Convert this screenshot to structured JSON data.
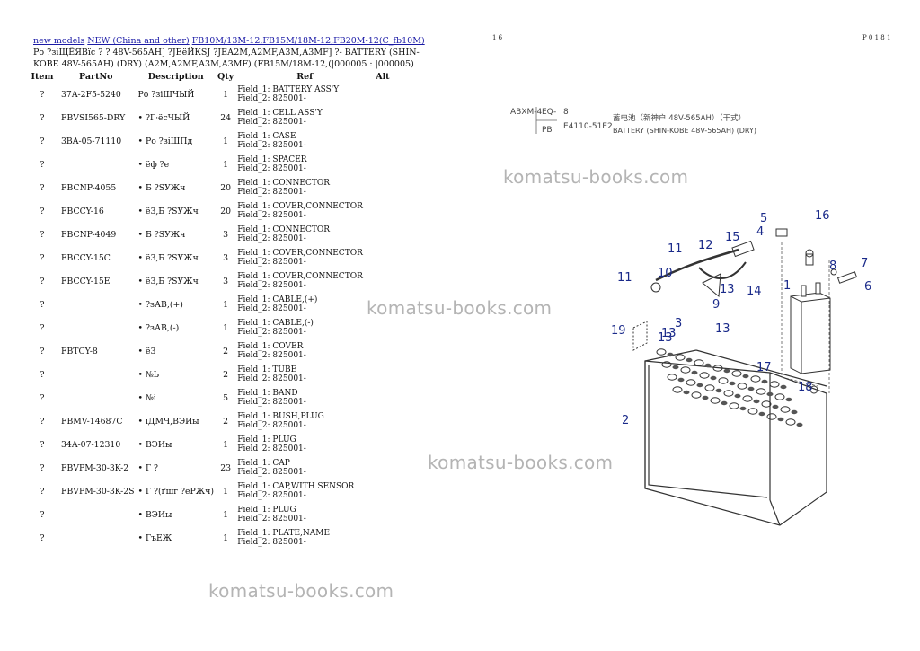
{
  "breadcrumb": {
    "link1": "new models",
    "link2": "NEW (China and other)",
    "link3": "FB10M/13M-12,FB15M/18M-12,FB20M-12(C_fb10M)"
  },
  "title": "Ро ?зіЩЁЯВїс ? ? 48V-565AH] ?ЈЕёЙКЅЈ ?ЈЕА2М,А2МF,А3М,А3МF] ?- BATTERY (SHIN-KOBE 48V-565AH) (DRY) (A2M,A2MF,A3M,A3MF) (FB15M/18M-12,(|000005 : |000005)",
  "table": {
    "headers": [
      "Item",
      "PartNo",
      "Description",
      "Qty",
      "Ref",
      "Alt"
    ],
    "rows": [
      {
        "item": "?",
        "partno": "37A-2F5-5240",
        "desc": "Ро ?зіШЧЫЙ",
        "qty": "1",
        "f1": "Field_1: BATTERY ASS'Y",
        "f2": "Field_2: 825001-"
      },
      {
        "item": "?",
        "partno": "FBVSI565-DRY",
        "desc": "• ?Г·ёсЧЫЙ",
        "qty": "24",
        "f1": "Field_1: CELL ASS'Y",
        "f2": "Field_2: 825001-"
      },
      {
        "item": "?",
        "partno": "3BA-05-71110",
        "desc": "• Ро ?зіШПд",
        "qty": "1",
        "f1": "Field_1: CASE",
        "f2": "Field_2: 825001-"
      },
      {
        "item": "?",
        "partno": "",
        "desc": "• ёф ?е",
        "qty": "1",
        "f1": "Field_1: SPACER",
        "f2": "Field_2: 825001-"
      },
      {
        "item": "?",
        "partno": "FBCNP-4055",
        "desc": "• Б ?SУЖч",
        "qty": "20",
        "f1": "Field_1: CONNECTOR",
        "f2": "Field_2: 825001-"
      },
      {
        "item": "?",
        "partno": "FBCCY-16",
        "desc": "• ё3,Б ?SУЖч",
        "qty": "20",
        "f1": "Field_1: COVER,CONNECTOR",
        "f2": "Field_2: 825001-"
      },
      {
        "item": "?",
        "partno": "FBCNP-4049",
        "desc": "• Б ?SУЖч",
        "qty": "3",
        "f1": "Field_1: CONNECTOR",
        "f2": "Field_2: 825001-"
      },
      {
        "item": "?",
        "partno": "FBCCY-15C",
        "desc": "• ё3,Б ?SУЖч",
        "qty": "3",
        "f1": "Field_1: COVER,CONNECTOR",
        "f2": "Field_2: 825001-"
      },
      {
        "item": "?",
        "partno": "FBCCY-15E",
        "desc": "• ё3,Б ?SУЖч",
        "qty": "3",
        "f1": "Field_1: COVER,CONNECTOR",
        "f2": "Field_2: 825001-"
      },
      {
        "item": "?",
        "partno": "",
        "desc": "• ?зАВ,(+)",
        "qty": "1",
        "f1": "Field_1: CABLE,(+)",
        "f2": "Field_2: 825001-"
      },
      {
        "item": "?",
        "partno": "",
        "desc": "• ?зАВ,(-)",
        "qty": "1",
        "f1": "Field_1: CABLE,(-)",
        "f2": "Field_2: 825001-"
      },
      {
        "item": "?",
        "partno": "FBTCY-8",
        "desc": "• ё3",
        "qty": "2",
        "f1": "Field_1: COVER",
        "f2": "Field_2: 825001-"
      },
      {
        "item": "?",
        "partno": "",
        "desc": "• №Ь",
        "qty": "2",
        "f1": "Field_1: TUBE",
        "f2": "Field_2: 825001-"
      },
      {
        "item": "?",
        "partno": "",
        "desc": "• №і",
        "qty": "5",
        "f1": "Field_1: BAND",
        "f2": "Field_2: 825001-"
      },
      {
        "item": "?",
        "partno": "FBMV-14687C",
        "desc": "• іДМЧ,ВЭИы",
        "qty": "2",
        "f1": "Field_1: BUSH,PLUG",
        "f2": "Field_2: 825001-"
      },
      {
        "item": "?",
        "partno": "34A-07-12310",
        "desc": "• ВЭИы",
        "qty": "1",
        "f1": "Field_1: PLUG",
        "f2": "Field_2: 825001-"
      },
      {
        "item": "?",
        "partno": "FBVPM-30-3K-2",
        "desc": "• Г ?",
        "qty": "23",
        "f1": "Field_1: CAP",
        "f2": "Field_2: 825001-"
      },
      {
        "item": "?",
        "partno": "FBVPM-30-3K-2S",
        "desc": "• Г ?(ґшг ?ёРЖч)",
        "qty": "1",
        "f1": "Field_1: CAP,WITH SENSOR",
        "f2": "Field_2: 825001-"
      },
      {
        "item": "?",
        "partno": "",
        "desc": "• ВЭИы",
        "qty": "1",
        "f1": "Field_1: PLUG",
        "f2": "Field_2: 825001-"
      },
      {
        "item": "?",
        "partno": "",
        "desc": "• ГъЕЖ",
        "qty": "1",
        "f1": "Field_1: PLATE,NAME",
        "f2": "Field_2: 825001-"
      }
    ]
  },
  "diagram": {
    "header_code1": "ABXM-4",
    "header_code2": "EQ-",
    "header_num": "8",
    "header_code3": "PB",
    "header_code4": "E4110-51E2",
    "header_cn": "蓄电池（新神户 48V-565AH）（干式）",
    "header_en": "BATTERY (SHIN-KOBE 48V-565AH) (DRY)",
    "callouts": [
      "1",
      "2",
      "3",
      "4",
      "5",
      "6",
      "7",
      "8",
      "9",
      "10",
      "11",
      "11",
      "12",
      "13",
      "13",
      "13",
      "13",
      "14",
      "15",
      "16",
      "17",
      "18",
      "19"
    ]
  },
  "watermark": "komatsu-books.com"
}
